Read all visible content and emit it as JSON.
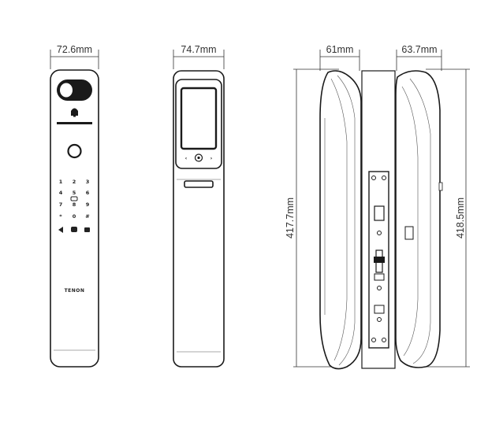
{
  "dimensions": {
    "front_width": "72.6mm",
    "back_width": "74.7mm",
    "side_left_width": "61mm",
    "side_right_width": "63.7mm",
    "left_height": "417.7mm",
    "right_height": "418.5mm"
  },
  "keypad": {
    "rows": [
      [
        "1",
        "2",
        "3"
      ],
      [
        "4",
        "5",
        "6"
      ],
      [
        "7",
        "8",
        "9"
      ],
      [
        "*",
        "0",
        "#"
      ]
    ]
  },
  "brand": "TENON"
}
